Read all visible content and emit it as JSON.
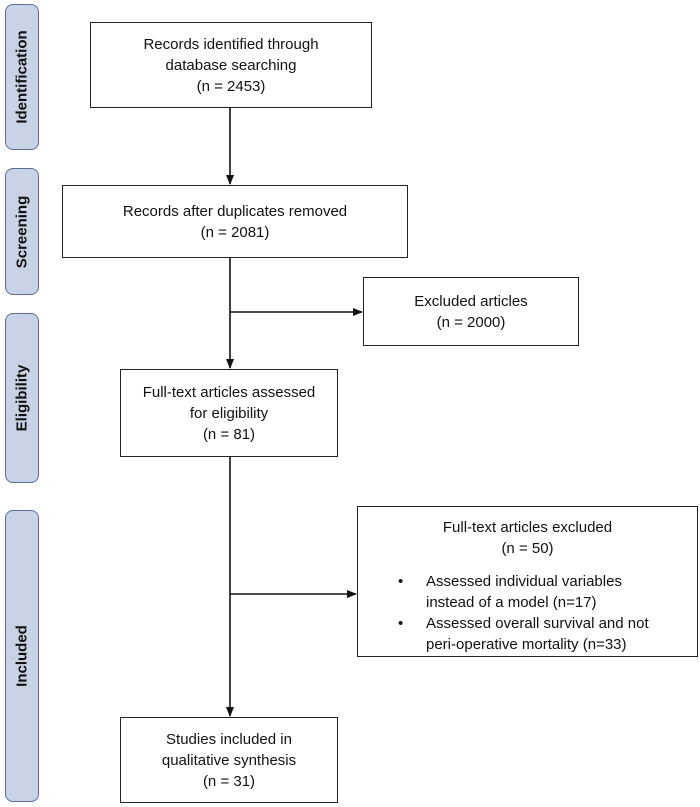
{
  "stages": [
    {
      "label": "Identification"
    },
    {
      "label": "Screening"
    },
    {
      "label": "Eligibility"
    },
    {
      "label": "Included"
    }
  ],
  "boxes": {
    "identified": {
      "line1": "Records identified through",
      "line2": "database searching",
      "count": "(n = 2453)"
    },
    "screened": {
      "line1": "Records after duplicates removed",
      "count": "(n = 2081)"
    },
    "excluded_articles": {
      "line1": "Excluded articles",
      "count": "(n = 2000)"
    },
    "fulltext_assessed": {
      "line1": "Full-text articles assessed",
      "line2": "for eligibility",
      "count": "(n = 81)"
    },
    "fulltext_excluded": {
      "title": "Full-text articles excluded",
      "count": "(n = 50)",
      "reasons": [
        {
          "line1": "Assessed individual variables",
          "line2": "instead of a model (n=17)"
        },
        {
          "line1": "Assessed overall survival and not",
          "line2": "peri-operative mortality (n=33)"
        }
      ]
    },
    "included": {
      "line1": "Studies included in",
      "line2": "qualitative synthesis",
      "count": "(n = 31)"
    }
  },
  "bullet_glyph": "•"
}
